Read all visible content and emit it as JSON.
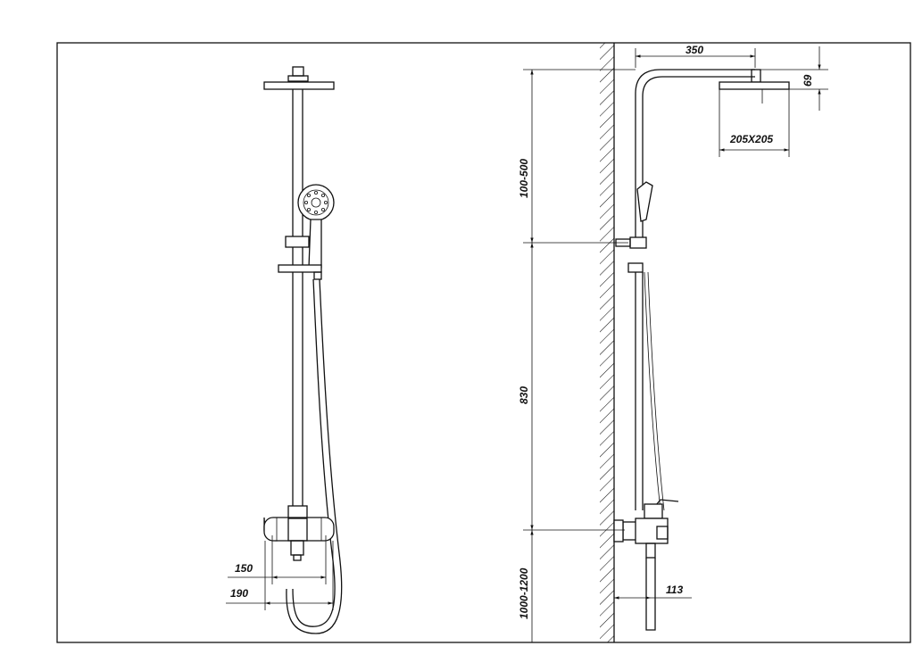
{
  "dimensions": {
    "arm_reach": "350",
    "head_height": "69",
    "head_size": "205X205",
    "adjust_range": "100-500",
    "rail_length": "830",
    "mount_height": "1000-1200",
    "wall_offset": "113",
    "inlet_spacing": "150",
    "mixer_width": "190"
  }
}
